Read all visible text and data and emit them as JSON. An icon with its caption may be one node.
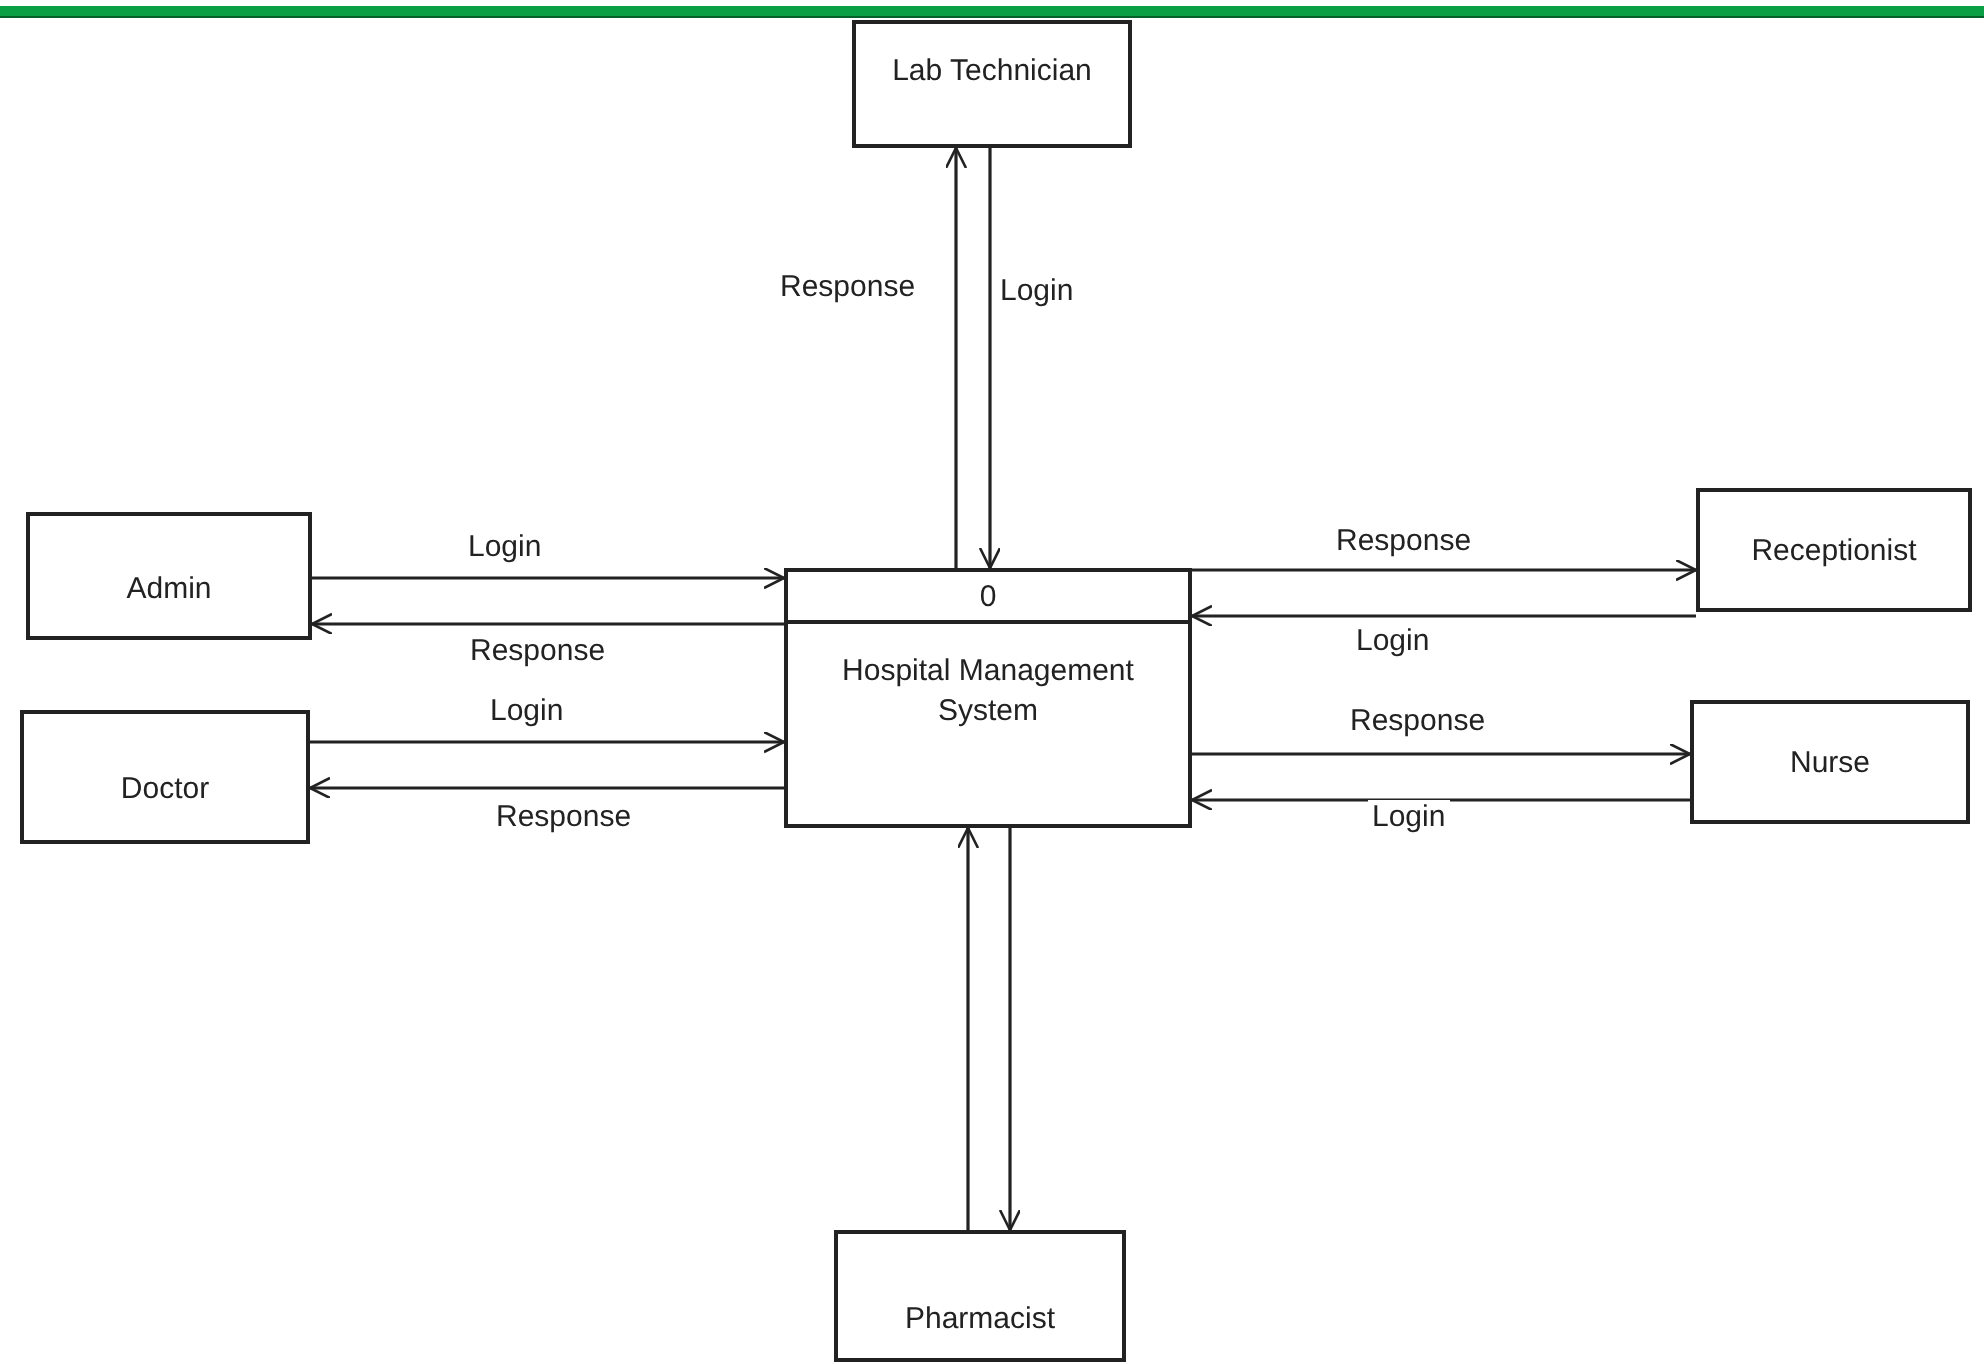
{
  "diagram": {
    "nodes": [
      {
        "text": [
          "Lab Technician"
        ]
      },
      {
        "text": [
          "Admin"
        ]
      },
      {
        "text": [
          "0",
          "Hospital Management System"
        ]
      },
      {
        "text": [
          "Receptionist"
        ]
      },
      {
        "text": [
          "Doctor"
        ]
      },
      {
        "text": [
          "Nurse"
        ]
      },
      {
        "text": [
          "Pharmacist"
        ]
      }
    ],
    "edges": [
      {
        "from": 0,
        "to": 2,
        "arrow": "to",
        "label": "Login"
      },
      {
        "from": 2,
        "to": 0,
        "arrow": "to",
        "label": "Response"
      },
      {
        "from": 1,
        "to": 2,
        "arrow": "to",
        "label": "Login"
      },
      {
        "from": 2,
        "to": 1,
        "arrow": "to",
        "label": "Response"
      },
      {
        "from": 2,
        "to": 3,
        "arrow": "to",
        "label": "Response"
      },
      {
        "from": 3,
        "to": 2,
        "arrow": "to",
        "label": "Login"
      },
      {
        "from": 4,
        "to": 2,
        "arrow": "to",
        "label": "Login"
      },
      {
        "from": 2,
        "to": 4,
        "arrow": "to",
        "label": "Response"
      },
      {
        "from": 2,
        "to": 5,
        "arrow": "to",
        "label": "Response"
      },
      {
        "from": 5,
        "to": 2,
        "arrow": "to",
        "label": "Login"
      },
      {
        "from": 2,
        "to": 6,
        "arrow": "to"
      },
      {
        "from": 6,
        "to": 2,
        "arrow": "to"
      }
    ]
  }
}
